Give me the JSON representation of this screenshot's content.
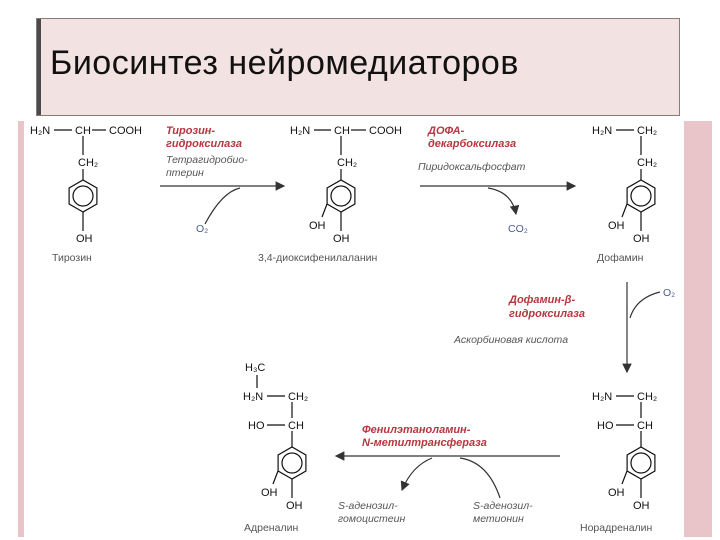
{
  "slide": {
    "title": "Биосинтез нейромедиаторов"
  },
  "atoms": {
    "h2n": "H₂N",
    "ch": "CH",
    "cooh": "COOH",
    "ch2": "CH₂",
    "oh": "OH",
    "h3c": "H₃C",
    "n": "N",
    "ho": "HO"
  },
  "compounds": {
    "tyrosine": "Тирозин",
    "dopa": "3,4-диоксифенилаланин",
    "dopamine": "Дофамин",
    "noradrenaline": "Норадреналин",
    "adrenaline": "Адреналин"
  },
  "enzymes": {
    "tyrosine_hydroxylase_1": "Тирозин-",
    "tyrosine_hydroxylase_2": "гидроксилаза",
    "dopa_decarboxylase_1": "ДОФА-",
    "dopa_decarboxylase_2": "декарбоксилаза",
    "dopamine_bhydroxylase_1": "Дофамин-β-",
    "dopamine_bhydroxylase_2": "гидроксилаза",
    "pnmt_1": "Фенилэтаноламин-",
    "pnmt_2": "N-метилтрансфераза"
  },
  "cofactors": {
    "tetrahydrobiopterin_1": "Тетрагидробио-",
    "tetrahydrobiopterin_2": "птерин",
    "pyridoxal_phosphate": "Пиридоксальфосфат",
    "ascorbic_acid": "Аскорбиновая кислота",
    "sam_1": "S-аденозил-",
    "sam_2": "метионин",
    "sah_1": "S-аденозил-",
    "sah_2": "гомоцистеин"
  },
  "gases": {
    "o2_a": "O₂",
    "co2": "CO₂",
    "o2_b": "O₂"
  },
  "colors": {
    "enzyme": "#b5373f",
    "gas": "#4a5a8c",
    "panel": "#e9c4c8",
    "title_bg": "#f3e2e2"
  }
}
